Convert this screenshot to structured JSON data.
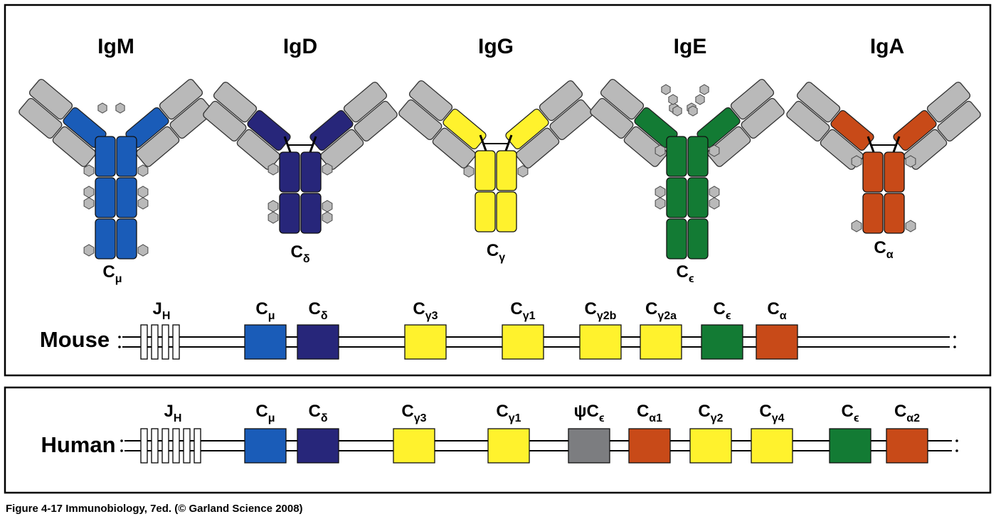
{
  "colors": {
    "gray": "#b9b9b9",
    "mu": "#1a5cb8",
    "delta": "#27267a",
    "gamma": "#fff22d",
    "epsilon": "#137b34",
    "alpha": "#c84a18",
    "pseudo": "#7c7d80"
  },
  "antibodies": [
    {
      "name": "IgM",
      "region": "C",
      "sub": "μ",
      "color": "mu"
    },
    {
      "name": "IgD",
      "region": "C",
      "sub": "δ",
      "color": "delta"
    },
    {
      "name": "IgG",
      "region": "C",
      "sub": "γ",
      "color": "gamma"
    },
    {
      "name": "IgE",
      "region": "C",
      "sub": "ϵ",
      "color": "epsilon"
    },
    {
      "name": "IgA",
      "region": "C",
      "sub": "α",
      "color": "alpha"
    }
  ],
  "loci": [
    {
      "species": "Mouse",
      "jh": {
        "main": "J",
        "sub": "H"
      },
      "genes": [
        {
          "main": "C",
          "sub": "μ",
          "color": "mu"
        },
        {
          "main": "C",
          "sub": "δ",
          "color": "delta"
        },
        {
          "main": "C",
          "sub": "γ3",
          "color": "gamma"
        },
        {
          "main": "C",
          "sub": "γ1",
          "color": "gamma"
        },
        {
          "main": "C",
          "sub": "γ2b",
          "color": "gamma"
        },
        {
          "main": "C",
          "sub": "γ2a",
          "color": "gamma"
        },
        {
          "main": "C",
          "sub": "ϵ",
          "color": "epsilon"
        },
        {
          "main": "C",
          "sub": "α",
          "color": "alpha"
        }
      ]
    },
    {
      "species": "Human",
      "jh": {
        "main": "J",
        "sub": "H"
      },
      "genes": [
        {
          "main": "C",
          "sub": "μ",
          "color": "mu"
        },
        {
          "main": "C",
          "sub": "δ",
          "color": "delta"
        },
        {
          "main": "C",
          "sub": "γ3",
          "color": "gamma"
        },
        {
          "main": "C",
          "sub": "γ1",
          "color": "gamma"
        },
        {
          "main": "ψC",
          "sub": "ϵ",
          "color": "pseudo"
        },
        {
          "main": "C",
          "sub": "α1",
          "color": "alpha"
        },
        {
          "main": "C",
          "sub": "γ2",
          "color": "gamma"
        },
        {
          "main": "C",
          "sub": "γ4",
          "color": "gamma"
        },
        {
          "main": "C",
          "sub": "ϵ",
          "color": "epsilon"
        },
        {
          "main": "C",
          "sub": "α2",
          "color": "alpha"
        }
      ]
    }
  ],
  "caption": "Figure 4-17  Immunobiology, 7ed. (© Garland Science 2008)"
}
